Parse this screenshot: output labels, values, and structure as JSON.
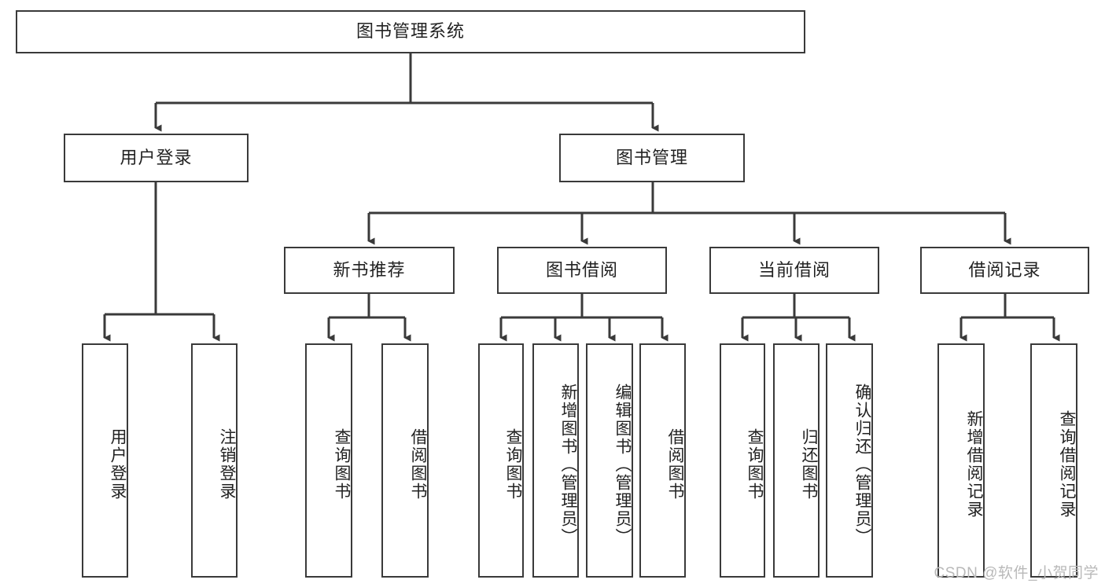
{
  "diagram": {
    "type": "tree",
    "title": "图书管理系统",
    "watermark": "CSDN @软件_小贺同学",
    "root": {
      "id": "root",
      "label": "图书管理系统"
    },
    "level2": [
      {
        "id": "user-login",
        "label": "用户登录"
      },
      {
        "id": "book-manage",
        "label": "图书管理"
      }
    ],
    "level3": [
      {
        "id": "new-book-recommend",
        "label": "新书推荐",
        "parent": "book-manage"
      },
      {
        "id": "book-borrow",
        "label": "图书借阅",
        "parent": "book-manage"
      },
      {
        "id": "current-borrow",
        "label": "当前借阅",
        "parent": "book-manage"
      },
      {
        "id": "borrow-record",
        "label": "借阅记录",
        "parent": "book-manage"
      }
    ],
    "leaves": [
      {
        "id": "leaf-user-login",
        "label": "用户登录",
        "parent": "user-login"
      },
      {
        "id": "leaf-logout-login",
        "label": "注销登录",
        "parent": "user-login"
      },
      {
        "id": "leaf-query-book-1",
        "label": "查询图书",
        "parent": "new-book-recommend"
      },
      {
        "id": "leaf-borrow-book-1",
        "label": "借阅图书",
        "parent": "new-book-recommend"
      },
      {
        "id": "leaf-query-book-2",
        "label": "查询图书",
        "parent": "book-borrow"
      },
      {
        "id": "leaf-add-book",
        "label": "新增图书（管理员）",
        "parent": "book-borrow"
      },
      {
        "id": "leaf-edit-book",
        "label": "编辑图书（管理员）",
        "parent": "book-borrow"
      },
      {
        "id": "leaf-borrow-book-2",
        "label": "借阅图书",
        "parent": "book-borrow"
      },
      {
        "id": "leaf-query-book-3",
        "label": "查询图书",
        "parent": "current-borrow"
      },
      {
        "id": "leaf-return-book",
        "label": "归还图书",
        "parent": "current-borrow"
      },
      {
        "id": "leaf-confirm-return",
        "label": "确认归还（管理员）",
        "parent": "current-borrow"
      },
      {
        "id": "leaf-add-record",
        "label": "新增借阅记录",
        "parent": "borrow-record"
      },
      {
        "id": "leaf-query-record",
        "label": "查询借阅记录",
        "parent": "borrow-record"
      }
    ],
    "colors": {
      "stroke": "#3a3a3a",
      "text": "#222222",
      "background": "#ffffff",
      "watermark": "#b9b9b9"
    }
  }
}
